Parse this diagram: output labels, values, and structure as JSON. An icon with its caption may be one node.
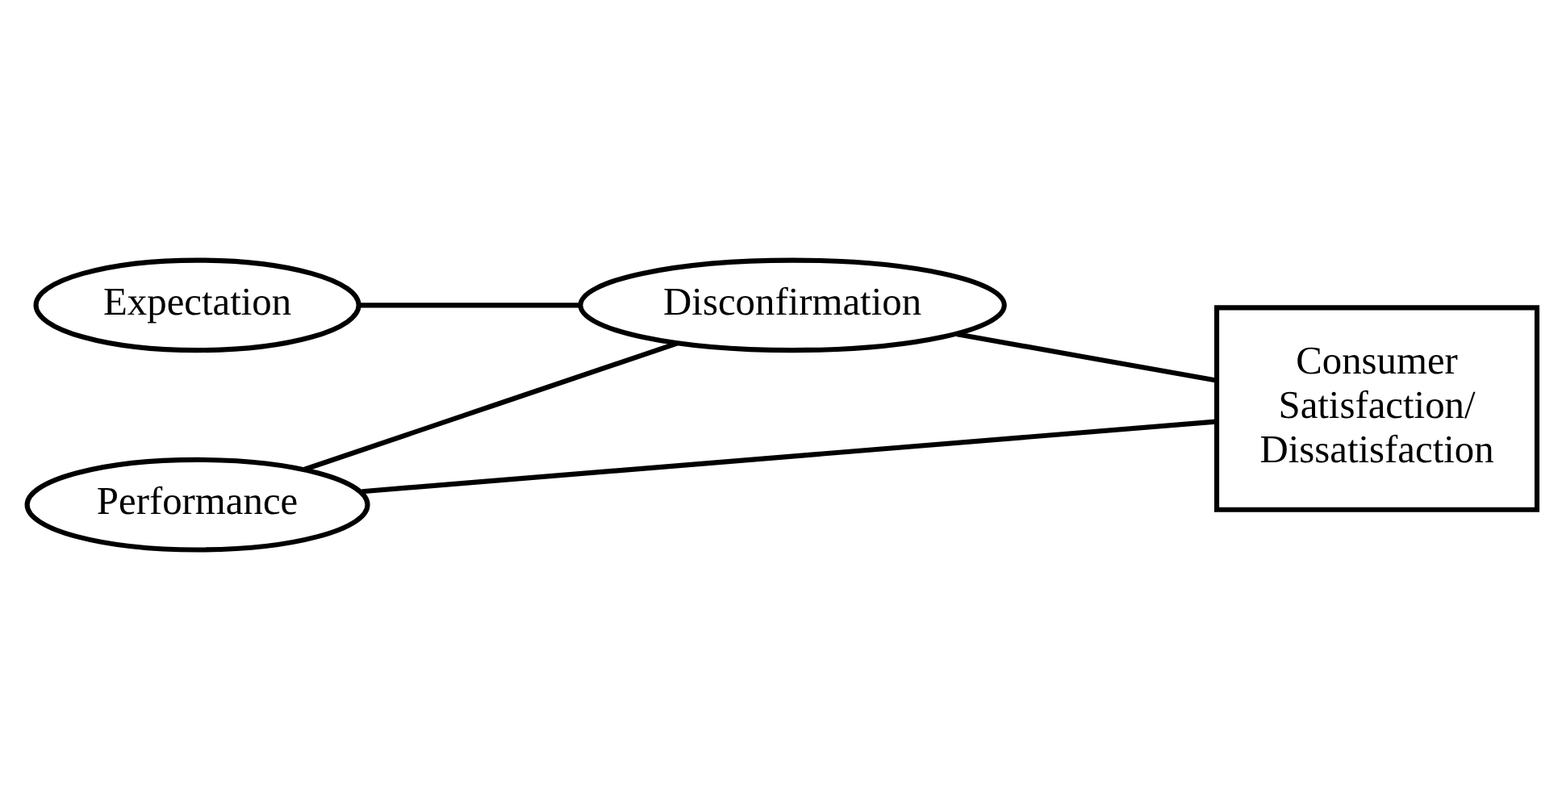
{
  "diagram": {
    "nodes": [
      {
        "text": [
          "Expectation"
        ]
      },
      {
        "text": [
          "Disconfirmation"
        ]
      },
      {
        "text": [
          "Performance"
        ]
      },
      {
        "text": [
          "Consumer Satisfaction/ Dissatisfaction"
        ]
      }
    ],
    "edges": [
      {
        "from": 0,
        "to": 1,
        "arrow": "none"
      },
      {
        "from": 2,
        "to": 1,
        "arrow": "none"
      },
      {
        "from": 1,
        "to": 3,
        "arrow": "none"
      },
      {
        "from": 2,
        "to": 3,
        "arrow": "none"
      }
    ]
  }
}
